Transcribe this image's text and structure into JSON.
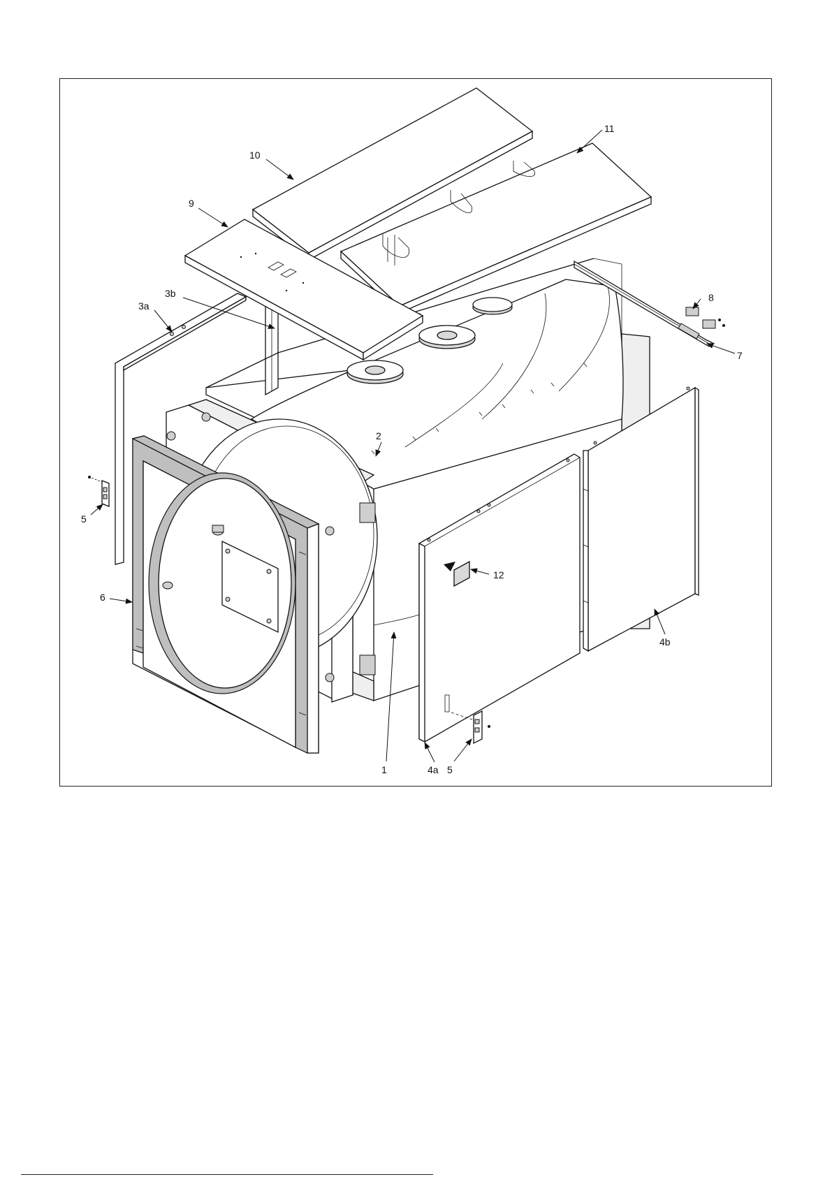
{
  "callouts": {
    "c1": "1",
    "c2": "2",
    "c3a": "3a",
    "c3b": "3b",
    "c4a": "4a",
    "c4b": "4b",
    "c5_left": "5",
    "c5_right": "5",
    "c6": "6",
    "c7": "7",
    "c8": "8",
    "c9": "9",
    "c10": "10",
    "c11": "11",
    "c12": "12"
  }
}
